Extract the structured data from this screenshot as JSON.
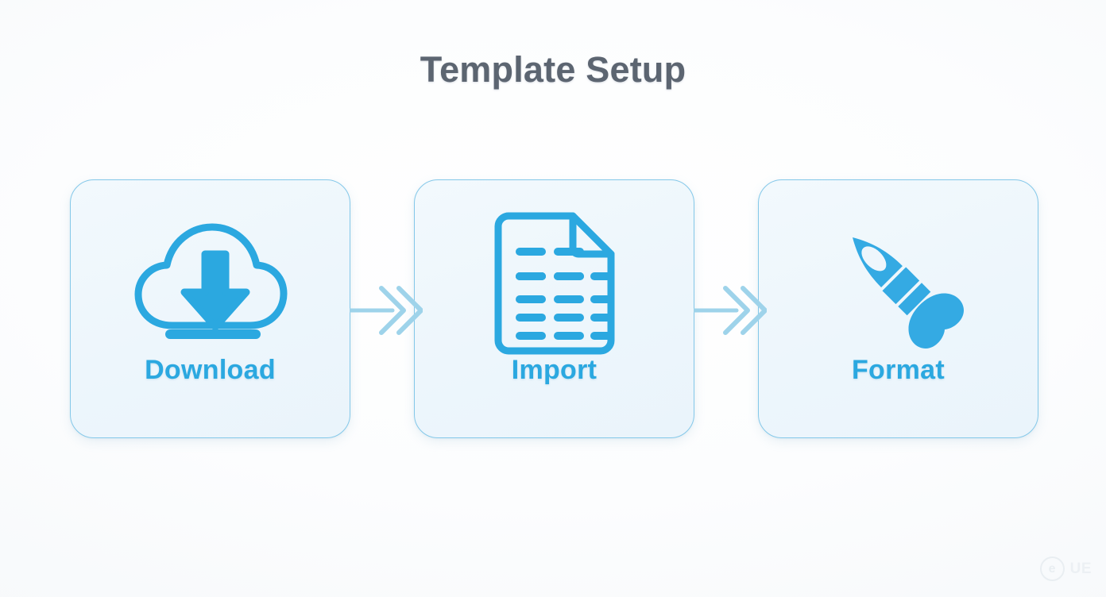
{
  "page": {
    "title": "Template Setup",
    "background_color": "#fdfdfd",
    "accent_color": "#2ba8e0",
    "title_color": "#5c6571",
    "card_fill_color": "#eff7fc",
    "card_border_color": "#84c8e9",
    "connector_color": "#9ed3ea"
  },
  "flow": {
    "steps": [
      {
        "id": "download",
        "label": "Download",
        "icon": "cloud-download-icon"
      },
      {
        "id": "import",
        "label": "Import",
        "icon": "document-lines-icon"
      },
      {
        "id": "format",
        "label": "Format",
        "icon": "paintbrush-icon"
      }
    ],
    "connectors": [
      {
        "id": "connector-1",
        "icon": "double-chevron-right-icon"
      },
      {
        "id": "connector-2",
        "icon": "double-chevron-right-icon"
      }
    ]
  },
  "watermark": {
    "mark": "e",
    "text": "UE"
  }
}
